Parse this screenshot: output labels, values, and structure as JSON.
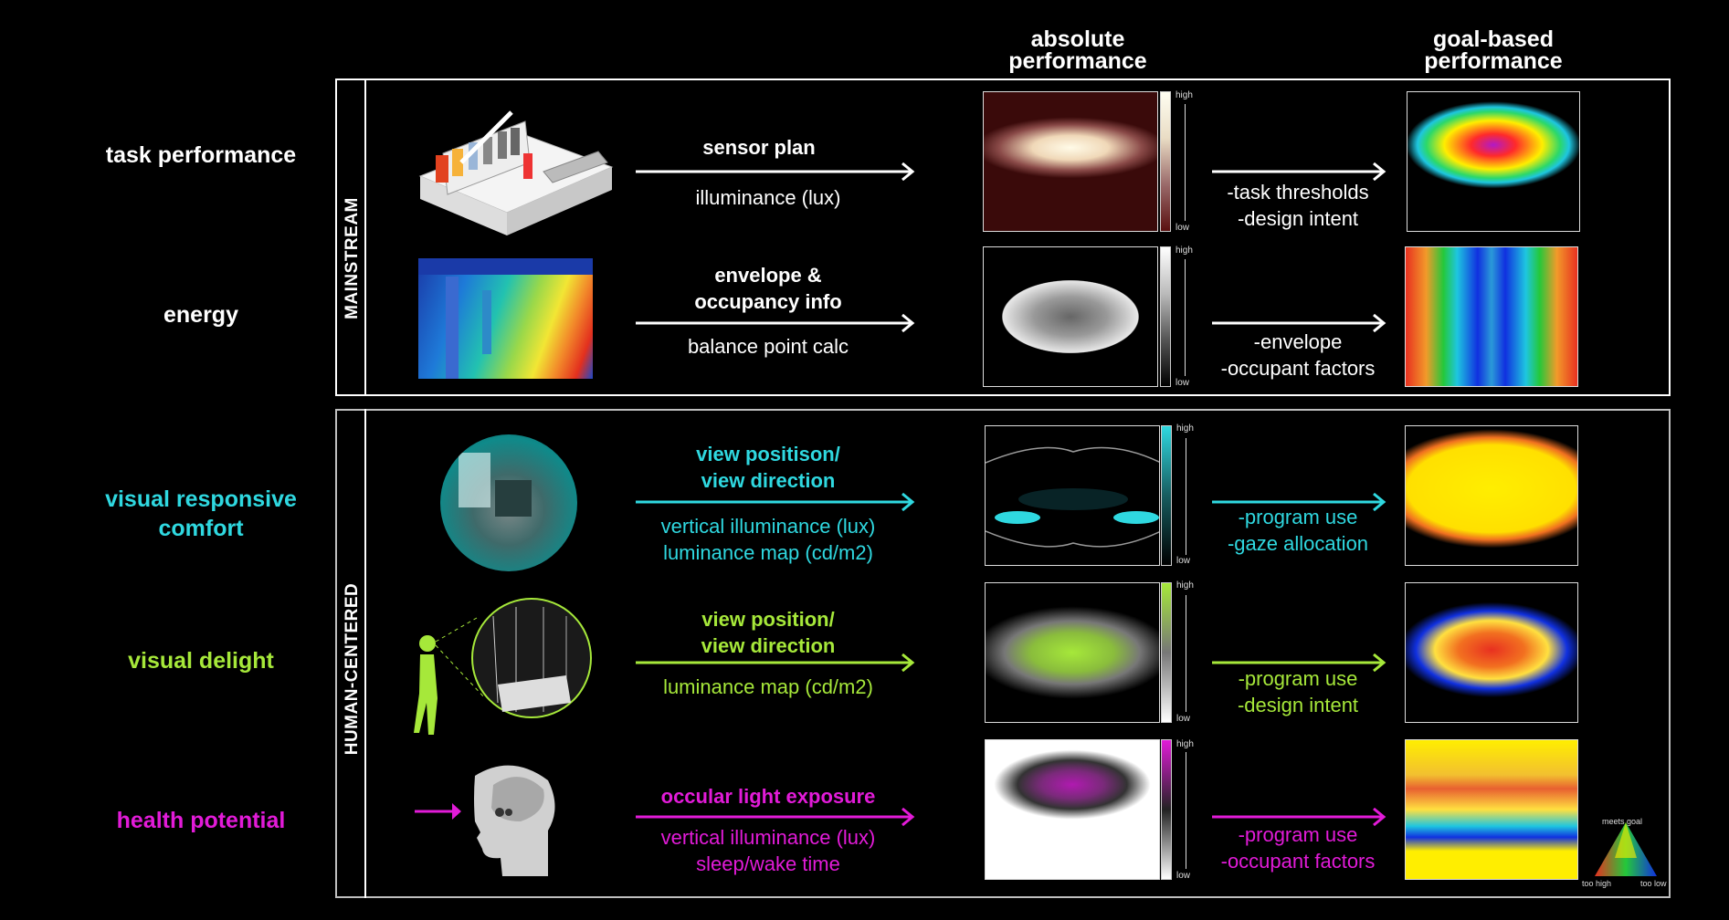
{
  "columns": {
    "absolute": "absolute\nperformance",
    "goal": "goal-based\nperformance"
  },
  "groups": {
    "mainstream": "MAINSTREAM",
    "human": "HUMAN-CENTERED"
  },
  "scale": {
    "high": "high",
    "low": "low"
  },
  "legend": {
    "meets": "meets goal",
    "too_high": "too high",
    "too_low": "too low"
  },
  "rows": [
    {
      "label": "task performance",
      "color": "#ffffff",
      "method": "sensor plan",
      "metric": "illuminance (lux)",
      "goal": "-task thresholds\n-design intent"
    },
    {
      "label": "energy",
      "color": "#ffffff",
      "method": "envelope &\noccupancy  info",
      "metric": "balance point calc",
      "goal": "-envelope\n-occupant factors"
    },
    {
      "label": "visual responsive\ncomfort",
      "color": "#2fd8e0",
      "method": "view positison/\nview direction",
      "metric": "vertical illuminance (lux)\nluminance map (cd/m2)",
      "goal": "-program use\n-gaze allocation"
    },
    {
      "label": "visual delight",
      "color": "#a6e83a",
      "method": "view position/\nview direction",
      "metric": "luminance map (cd/m2)",
      "goal": "-program use\n-design intent"
    },
    {
      "label": "health potential",
      "color": "#e21bd8",
      "method": "occular light exposure",
      "metric": "vertical illuminance (lux)\nsleep/wake time",
      "goal": "-program use\n-occupant factors"
    }
  ]
}
